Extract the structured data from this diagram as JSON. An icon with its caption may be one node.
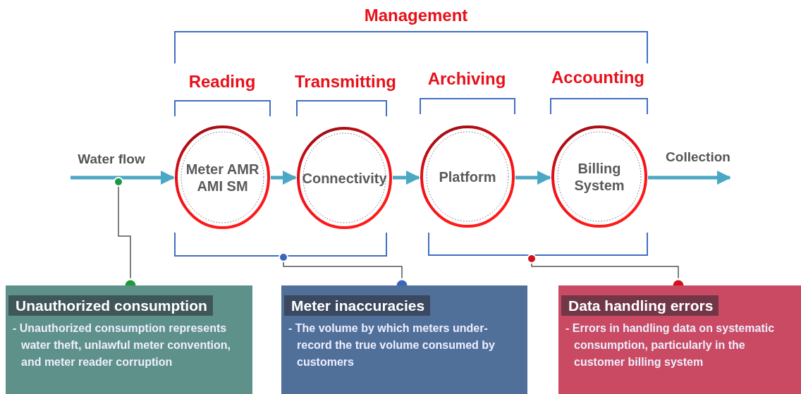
{
  "diagram": {
    "nodes": [
      {
        "text": [
          "Meter AMR AMI SM"
        ]
      },
      {
        "text": [
          "Connectivity"
        ]
      },
      {
        "text": [
          "Platform"
        ]
      },
      {
        "text": [
          "Billing System"
        ]
      },
      {
        "text": [
          "Unauthorized consumption",
          "- Unauthorized consumption represents water theft, unlawful meter convention, and meter reader corruption"
        ]
      },
      {
        "text": [
          "Meter inaccuracies",
          "- The volume by which meters under-record the true volume consumed by customers"
        ]
      },
      {
        "text": [
          "Data handling errors",
          "- Errors in handling data on systematic consumption, particularly in the customer billing system"
        ]
      },
      {
        "text": [],
        "shape": "circle"
      },
      {
        "text": [],
        "shape": "circle"
      },
      {
        "text": [],
        "shape": "circle"
      }
    ],
    "edges": [
      {
        "from": null,
        "to": 0,
        "arrow": "to",
        "label": "Water flow"
      },
      {
        "from": 0,
        "to": 1,
        "arrow": "to"
      },
      {
        "from": 1,
        "to": 2,
        "arrow": "to"
      },
      {
        "from": 2,
        "to": 3,
        "arrow": "to"
      },
      {
        "from": 3,
        "to": null,
        "arrow": "to",
        "label": "Collection"
      },
      {
        "from": 4,
        "to": 7,
        "arrow": "none",
        "color": "#555555"
      },
      {
        "from": 5,
        "to": 8,
        "arrow": "none",
        "color": "#555555"
      },
      {
        "from": 6,
        "to": 9,
        "arrow": "none",
        "color": "#555555"
      }
    ],
    "labels": [
      "Management",
      "Reading",
      "Transmitting",
      "Archiving",
      "Accounting"
    ]
  }
}
